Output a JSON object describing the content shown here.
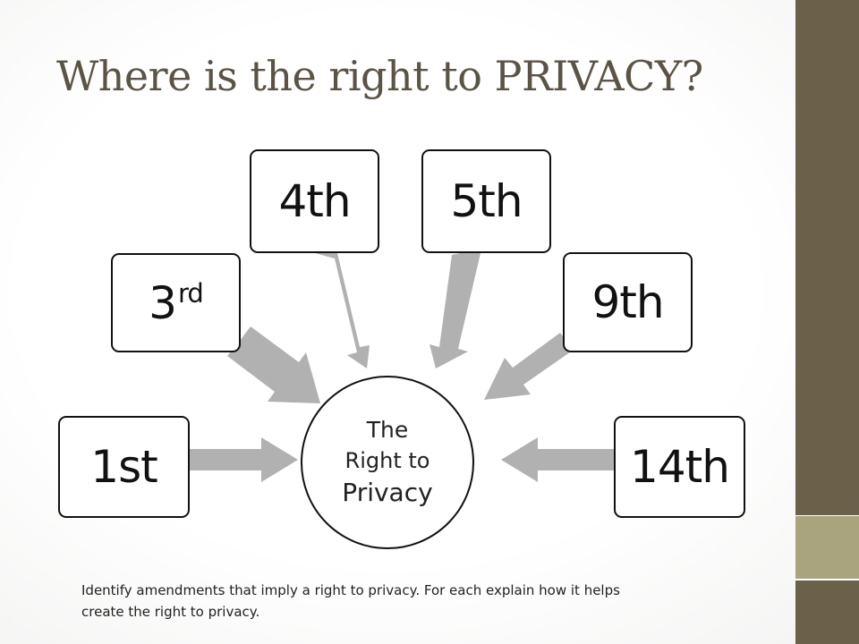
{
  "slide": {
    "title": "Where is the right to PRIVACY?",
    "center": {
      "line1": "The",
      "line2": "Right to",
      "line3": "Privacy"
    },
    "amendments": {
      "first": "1st",
      "third_number": "3",
      "third_suffix": "rd",
      "fourth": "4th",
      "fifth": "5th",
      "ninth": "9th",
      "fourteenth": "14th"
    },
    "caption": "Identify amendments that imply a right to privacy.  For each explain how it helps\ncreate the right to privacy."
  },
  "colors": {
    "sidebar_dark": "#6b604a",
    "sidebar_light": "#a9a47d",
    "title_text": "#5b5346",
    "arrow": "#b1b1b1"
  }
}
